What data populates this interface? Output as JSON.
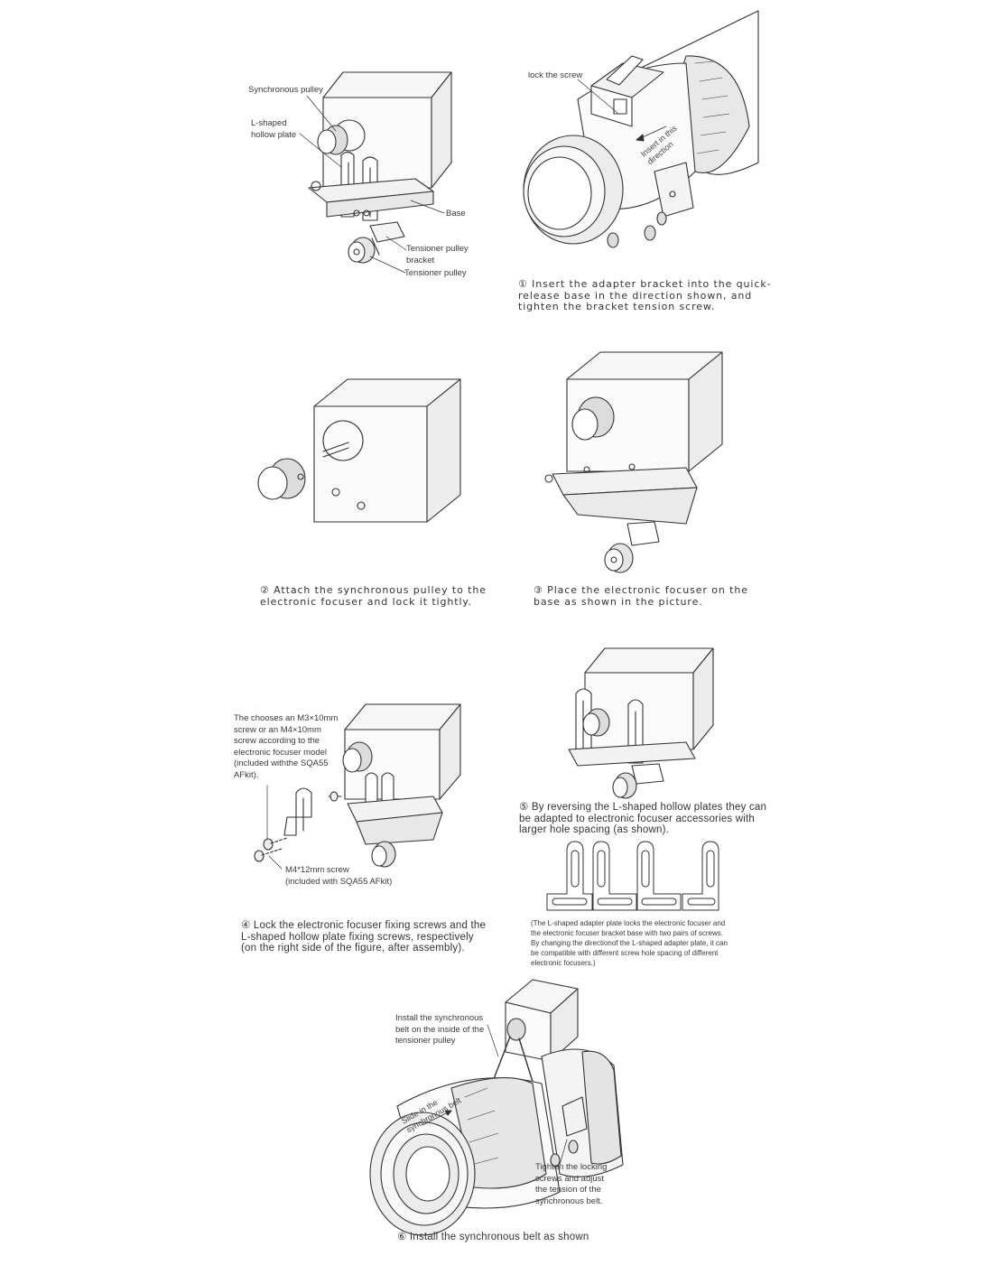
{
  "figure1": {
    "labels": {
      "sync_pulley": "Synchronous pulley",
      "l_plate": "L-shaped\nhollow plate",
      "base": "Base",
      "tensioner_bracket": "Tensioner pulley\nbracket",
      "tensioner_pulley": "Tensioner pulley"
    }
  },
  "figure_step1": {
    "lock_label": "lock the screw",
    "insert_label": "Insert in this\ndirection",
    "caption": "① Insert the adapter bracket into the quick-\n    release base in the direction shown, and\n    tighten the bracket tension screw."
  },
  "figure_step2": {
    "caption": "② Attach the synchronous pulley to the\n    electronic focuser and lock it tightly."
  },
  "figure_step3": {
    "caption": "③ Place the electronic focuser on the\n    base as shown in the picture."
  },
  "figure_step4": {
    "screw_note": "The chooses an M3×10mm\nscrew or an M4×10mm\nscrew according to the\nelectronic focuser model\n(included withthe SQA55\nAFkit).",
    "m4_note": "M4*12mm screw\n(included with SQA55 AFkit)",
    "caption": "④ Lock the electronic focuser fixing screws and the\n    L-shaped hollow plate fixing screws, respectively\n    (on the right side of the figure, after assembly)."
  },
  "figure_step5": {
    "caption": "⑤ By reversing the L-shaped hollow plates they can\n    be adapted to electronic focuser accessories with\n    larger hole spacing (as shown).",
    "note": "(The L-shaped adapter plate locks the electronic focuser and\nthe electronic focuser bracket base with two pairs of screws.\nBy changing the directionof the L-shaped adapter plate, it can\nbe compatible with different screw hole spacing of different\nelectronic focusers.)"
  },
  "figure_step6": {
    "install_label": "Install the synchronous\nbelt on the inside of the\ntensioner pulley",
    "slide_label": "Slide in the\nsynchronous belt",
    "tighten_label": "Tighten the locking\nscrews and adjust\nthe tension of the\nsynchronous belt.",
    "caption": "⑥ Install the synchronous belt  as shown"
  },
  "colors": {
    "line": "#333333",
    "text": "#3a3a3a",
    "fill_light": "#f4f4f4"
  }
}
